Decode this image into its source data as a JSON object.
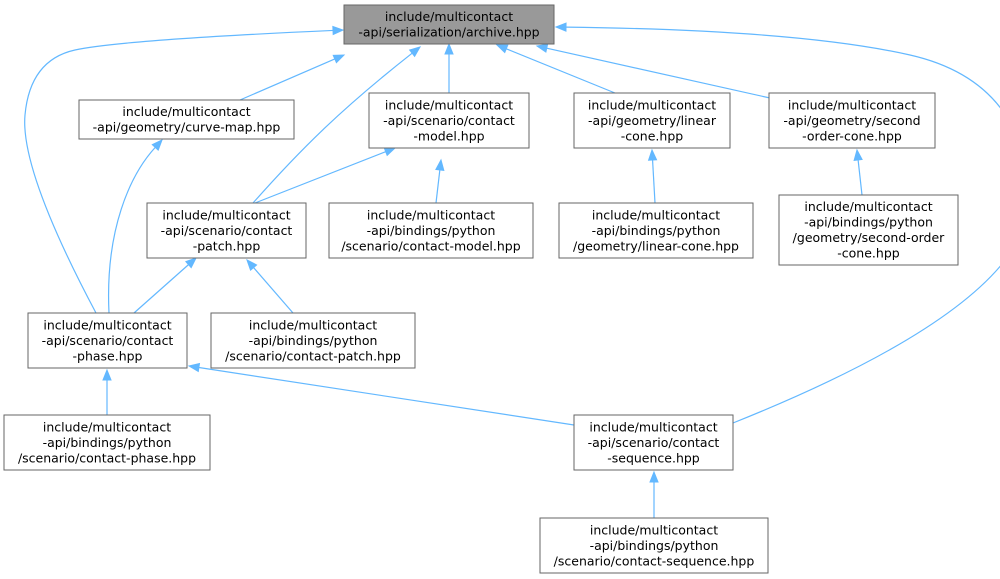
{
  "nodes": [
    {
      "id": "archive",
      "root": true,
      "lines": [
        "include/multicontact",
        "-api/serialization/archive.hpp"
      ]
    },
    {
      "id": "curve_map",
      "lines": [
        "include/multicontact",
        "-api/geometry/curve-map.hpp"
      ]
    },
    {
      "id": "contact_model",
      "lines": [
        "include/multicontact",
        "-api/scenario/contact",
        "-model.hpp"
      ]
    },
    {
      "id": "linear_cone",
      "lines": [
        "include/multicontact",
        "-api/geometry/linear",
        "-cone.hpp"
      ]
    },
    {
      "id": "second_order_cone",
      "lines": [
        "include/multicontact",
        "-api/geometry/second",
        "-order-cone.hpp"
      ]
    },
    {
      "id": "contact_patch",
      "lines": [
        "include/multicontact",
        "-api/scenario/contact",
        "-patch.hpp"
      ]
    },
    {
      "id": "py_contact_model",
      "lines": [
        "include/multicontact",
        "-api/bindings/python",
        "/scenario/contact-model.hpp"
      ]
    },
    {
      "id": "py_linear_cone",
      "lines": [
        "include/multicontact",
        "-api/bindings/python",
        "/geometry/linear-cone.hpp"
      ]
    },
    {
      "id": "py_second_order_cone",
      "lines": [
        "include/multicontact",
        "-api/bindings/python",
        "/geometry/second-order",
        "-cone.hpp"
      ]
    },
    {
      "id": "contact_phase",
      "lines": [
        "include/multicontact",
        "-api/scenario/contact",
        "-phase.hpp"
      ]
    },
    {
      "id": "py_contact_patch",
      "lines": [
        "include/multicontact",
        "-api/bindings/python",
        "/scenario/contact-patch.hpp"
      ]
    },
    {
      "id": "py_contact_phase",
      "lines": [
        "include/multicontact",
        "-api/bindings/python",
        "/scenario/contact-phase.hpp"
      ]
    },
    {
      "id": "contact_sequence",
      "lines": [
        "include/multicontact",
        "-api/scenario/contact",
        "-sequence.hpp"
      ]
    },
    {
      "id": "py_contact_sequence",
      "lines": [
        "include/multicontact",
        "-api/bindings/python",
        "/scenario/contact-sequence.hpp"
      ]
    }
  ],
  "edges": [
    {
      "from": "curve_map",
      "to": "archive"
    },
    {
      "from": "contact_model",
      "to": "archive"
    },
    {
      "from": "linear_cone",
      "to": "archive"
    },
    {
      "from": "second_order_cone",
      "to": "archive"
    },
    {
      "from": "contact_patch",
      "to": "archive"
    },
    {
      "from": "contact_phase",
      "to": "archive"
    },
    {
      "from": "contact_sequence",
      "to": "archive"
    },
    {
      "from": "contact_phase",
      "to": "curve_map"
    },
    {
      "from": "contact_patch",
      "to": "contact_model"
    },
    {
      "from": "py_contact_model",
      "to": "contact_model"
    },
    {
      "from": "py_linear_cone",
      "to": "linear_cone"
    },
    {
      "from": "py_second_order_cone",
      "to": "second_order_cone"
    },
    {
      "from": "contact_phase",
      "to": "contact_patch"
    },
    {
      "from": "py_contact_patch",
      "to": "contact_patch"
    },
    {
      "from": "py_contact_phase",
      "to": "contact_phase"
    },
    {
      "from": "contact_sequence",
      "to": "contact_phase"
    },
    {
      "from": "py_contact_sequence",
      "to": "contact_sequence"
    }
  ],
  "colors": {
    "root_fill": "#999999",
    "node_fill": "#ffffff",
    "node_border": "#666666",
    "edge": "#63b8ff",
    "text": "#000000"
  }
}
